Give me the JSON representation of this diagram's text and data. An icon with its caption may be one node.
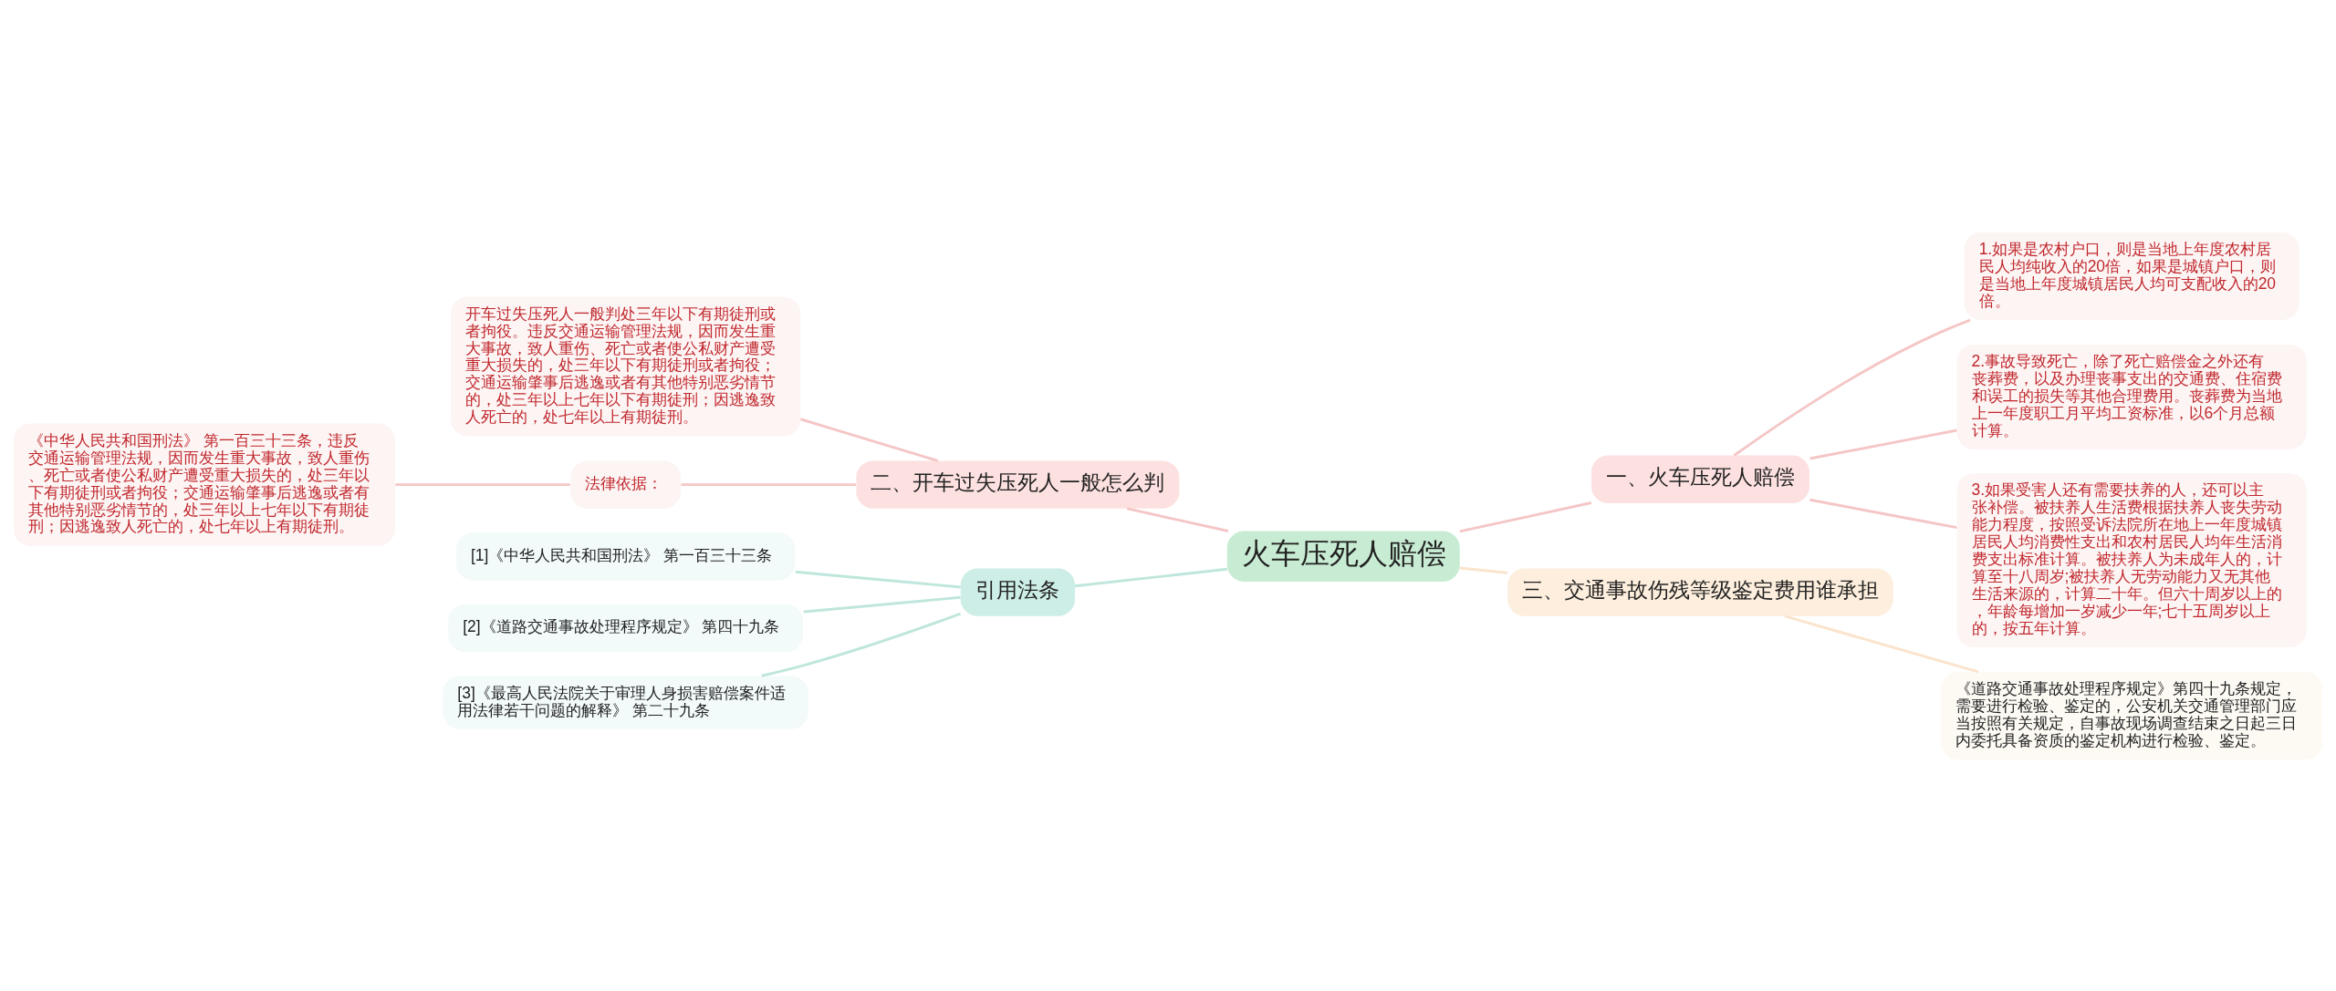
{
  "diagram": {
    "nodes": [
      {
        "text": [
          "火车压死人赔偿"
        ]
      },
      {
        "text": [
          "一、火车压死人赔偿"
        ]
      },
      {
        "text": [
          "1.如果是农村户口，则是当地上年度农村居民人均纯收入的20倍，如果是城镇户口，则是当地上年度城镇居民人均可支配收入的20倍。"
        ]
      },
      {
        "text": [
          "2.事故导致死亡，除了死亡赔偿金之外还有丧葬费，以及办理丧事支出的交通费、住宿费和误工的损失等其他合理费用。丧葬费为当地上一年度职工月平均工资标准，以6个月总额计算。"
        ]
      },
      {
        "text": [
          "3.如果受害人还有需要扶养的人，还可以主张补偿。被扶养人生活费根据扶养人丧失劳动能力程度，按照受诉法院所在地上一年度城镇居民人均消费性支出和农村居民人均年生活消费支出标准计算。被扶养人为未成年人的，计算至十八周岁;被扶养人无劳动能力又无其他生活来源的，计算二十年。但六十周岁以上的，年龄每增加一岁减少一年;七十五周岁以上的，按五年计算。"
        ]
      },
      {
        "text": [
          "三、交通事故伤残等级鉴定费用谁承担"
        ]
      },
      {
        "text": [
          "《道路交通事故处理程序规定》第四十九条规定，需要进行检验、鉴定的，公安机关交通管理部门应当按照有关规定，自事故现场调查结束之日起三日内委托具备资质的鉴定机构进行检验、鉴定。"
        ]
      },
      {
        "text": [
          "二、开车过失压死人一般怎么判"
        ]
      },
      {
        "text": [
          "开车过失压死人一般判处三年以下有期徒刑或者拘役。违反交通运输管理法规，因而发生重大事故，致人重伤、死亡或者使公私财产遭受重大损失的，处三年以下有期徒刑或者拘役；交通运输肇事后逃逸或者有其他特别恶劣情节的，处三年以上七年以下有期徒刑；因逃逸致人死亡的，处七年以上有期徒刑。"
        ]
      },
      {
        "text": [
          "法律依据："
        ]
      },
      {
        "text": [
          "《中华人民共和国刑法》 第一百三十三条，违反交通运输管理法规，因而发生重大事故，致人重伤、死亡或者使公私财产遭受重大损失的，处三年以下有期徒刑或者拘役；交通运输肇事后逃逸或者有其他特别恶劣情节的，处三年以上七年以下有期徒刑；因逃逸致人死亡的，处七年以上有期徒刑。"
        ]
      },
      {
        "text": [
          "引用法条"
        ]
      },
      {
        "text": [
          "[1]《中华人民共和国刑法》 第一百三十三条"
        ]
      },
      {
        "text": [
          "[2]《道路交通事故处理程序规定》 第四十九条"
        ]
      },
      {
        "text": [
          "[3]《最高人民法院关于审理人身损害赔偿案件适用法律若干问题的解释》 第二十九条"
        ]
      }
    ],
    "edges": [
      {
        "from": 0,
        "to": 1,
        "arrow": "none"
      },
      {
        "from": 1,
        "to": 2,
        "arrow": "none"
      },
      {
        "from": 1,
        "to": 3,
        "arrow": "none"
      },
      {
        "from": 1,
        "to": 4,
        "arrow": "none"
      },
      {
        "from": 0,
        "to": 5,
        "arrow": "none",
        "color": "#fbe3cc"
      },
      {
        "from": 5,
        "to": 6,
        "arrow": "none",
        "color": "#fbe3cc"
      },
      {
        "from": 0,
        "to": 7,
        "arrow": "none"
      },
      {
        "from": 7,
        "to": 8,
        "arrow": "none"
      },
      {
        "from": 7,
        "to": 9,
        "arrow": "none"
      },
      {
        "from": 9,
        "to": 10,
        "arrow": "none"
      },
      {
        "from": 0,
        "to": 11,
        "arrow": "none",
        "color": "#bfe6dc"
      },
      {
        "from": 11,
        "to": 12,
        "arrow": "none",
        "color": "#bfe6dc"
      },
      {
        "from": 11,
        "to": 13,
        "arrow": "none",
        "color": "#bfe6dc"
      },
      {
        "from": 11,
        "to": 14,
        "arrow": "none",
        "color": "#bfe6dc"
      }
    ]
  }
}
